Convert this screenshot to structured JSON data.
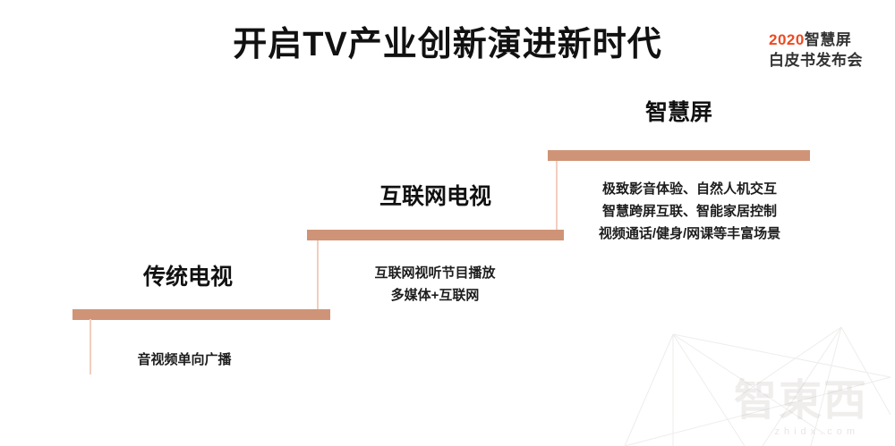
{
  "title": "开启TV产业创新演进新时代",
  "logo": {
    "year": "2020",
    "product": "智慧屏",
    "subtitle": "白皮书发布会"
  },
  "steps": [
    {
      "name": "traditional-tv",
      "label": "传统电视",
      "desc": [
        "音视频单向广播"
      ]
    },
    {
      "name": "internet-tv",
      "label": "互联网电视",
      "desc": [
        "互联网视听节目播放",
        "多媒体+互联网"
      ]
    },
    {
      "name": "smart-screen",
      "label": "智慧屏",
      "desc": [
        "极致影音体验、自然人机交互",
        "智慧跨屏互联、智能家居控制",
        "视频通话/健身/网课等丰富场景"
      ]
    }
  ],
  "colors": {
    "bar": "#cf9477",
    "connector": "#f1cebf",
    "accent": "#ee4a21",
    "ink": "#111111"
  },
  "watermark": {
    "brand": "智東西",
    "caption": "zhidx.com"
  }
}
